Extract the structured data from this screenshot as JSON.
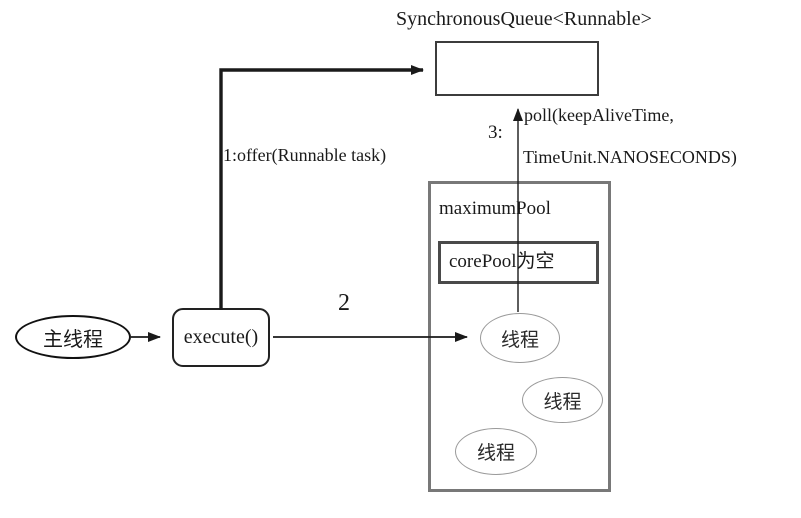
{
  "diagram": {
    "title": "SynchronousQueue&lt;Runnable&gt;",
    "title_plain": "SynchronousQueue<Runnable>",
    "labels": {
      "offer": "1:offer(Runnable task)",
      "step2": "2",
      "step3": "3:",
      "poll_line1": "poll(keepAliveTime,",
      "poll_line2": "TimeUnit.NANOSECONDS)"
    },
    "nodes": {
      "main_thread": "主线程",
      "execute": "execute()",
      "maximum_pool": "maximumPool",
      "core_pool": "corePool为空",
      "thread1": "线程",
      "thread2": "线程",
      "thread3": "线程"
    },
    "colors": {
      "background": "#ffffff",
      "line": "#1a1a1a",
      "container_border": "#787878",
      "box_border": "#3c3c3c",
      "core_pool_border": "#4a4a4a",
      "thread_ellipse_border": "#9a9a9a",
      "text": "#1a1a1a"
    }
  }
}
